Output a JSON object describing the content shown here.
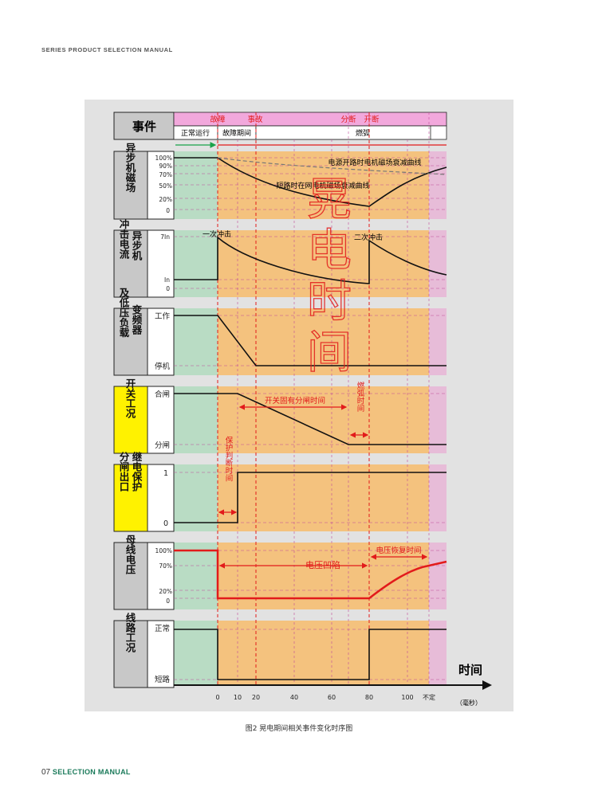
{
  "header": {
    "text": "SERIES PRODUCT SELECTION MANUAL"
  },
  "footer": {
    "page": "07",
    "label": "SELECTION MANUAL"
  },
  "caption": "图2 晃电期间相关事件变化时序图",
  "diagram": {
    "events": {
      "title": "事件",
      "fault": "故障",
      "accident": "事故",
      "open": "分断",
      "opening": "开断",
      "normal": "正常运行",
      "fault_period": "故障期间",
      "arc": "燃弧"
    },
    "rows": [
      {
        "label": "异步机磁场"
      },
      {
        "label": "冲击电流",
        "label2": "异步机"
      },
      {
        "label": "及低压负载",
        "label2": "变频器"
      },
      {
        "label": "开关工况"
      },
      {
        "label": "分闸出口",
        "label2": "继电保护"
      },
      {
        "label": "母线电压"
      },
      {
        "label": "线路工况"
      }
    ],
    "row_ticks": {
      "magnetic": [
        "100%",
        "90%",
        "70%",
        "50%",
        "20%",
        "0"
      ],
      "current": [
        "7In",
        "In",
        "0"
      ],
      "load": [
        "工作",
        "停机"
      ],
      "switch": [
        "合闸",
        "分闸"
      ],
      "relay": [
        "1",
        "0"
      ],
      "bus": [
        "100%",
        "70%",
        "20%",
        "0"
      ],
      "line": [
        "正常",
        "短路"
      ]
    },
    "annotations": {
      "source_curve": "电源开路时电机磁场衰减曲线",
      "short_curve": "短路时在网电机磁场衰减曲线",
      "first_impact": "一次冲击",
      "second_impact": "二次冲击",
      "inherent_time": "开关固有分闸时间",
      "arc_time": "燃弧时间",
      "protect_time": "保护判断时间",
      "voltage_dip": "电压凹陷",
      "recovery_time": "电压恢复时间",
      "watermark": "晃电时间"
    },
    "x_axis": {
      "title": "时间",
      "unit": "（毫秒）",
      "ticks": [
        "0",
        "10",
        "20",
        "40",
        "60",
        "80",
        "100",
        "不定"
      ]
    },
    "colors": {
      "green": "#b9dcc4",
      "orange": "#f4c27e",
      "pink": "#e7bcd8",
      "red": "#e21b1b",
      "yellow": "#fff200",
      "label_grey": "#c8c8c8"
    }
  }
}
